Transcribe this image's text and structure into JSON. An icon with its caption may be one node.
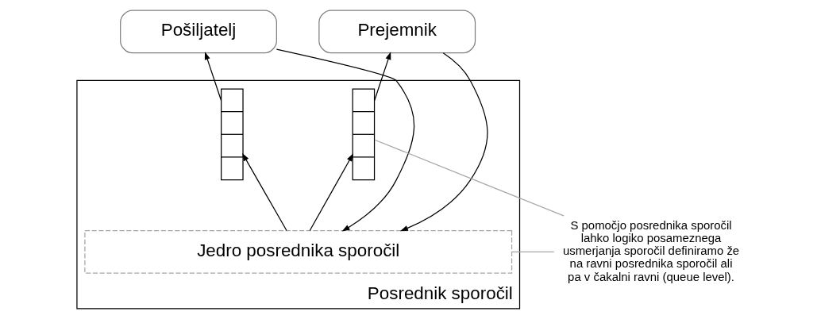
{
  "diagram": {
    "nodes": [
      {
        "text": [
          "Posrednik sporočil"
        ]
      },
      {
        "text": [
          "Pošiljatelj"
        ]
      },
      {
        "text": [
          "Prejemnik"
        ]
      },
      {
        "text": [
          "Jedro posrednika sporočil"
        ],
        "in": 0
      },
      {
        "text": [],
        "shape": "box",
        "in": 0
      },
      {
        "text": [],
        "shape": "box",
        "in": 0
      },
      {
        "text": [
          "S pomočjo posrednika sporočil lahko logiko posameznega usmerjanja sporočil definiramo že na ravni posrednika sporočil ali pa v čakalni ravni (queue level)."
        ]
      }
    ],
    "edges": [
      {
        "from": 1,
        "to": 3,
        "arrow": "to"
      },
      {
        "from": 3,
        "to": 4,
        "arrow": "to"
      },
      {
        "from": 4,
        "to": 1,
        "arrow": "to"
      },
      {
        "from": 2,
        "to": 3,
        "arrow": "to"
      },
      {
        "from": 3,
        "to": 5,
        "arrow": "to"
      },
      {
        "from": 5,
        "to": 2,
        "arrow": "to"
      },
      {
        "from": 6,
        "to": 5,
        "arrow": "none",
        "color": "#a6a6a6"
      },
      {
        "from": 6,
        "to": 3,
        "arrow": "none",
        "color": "#a6a6a6"
      }
    ]
  }
}
